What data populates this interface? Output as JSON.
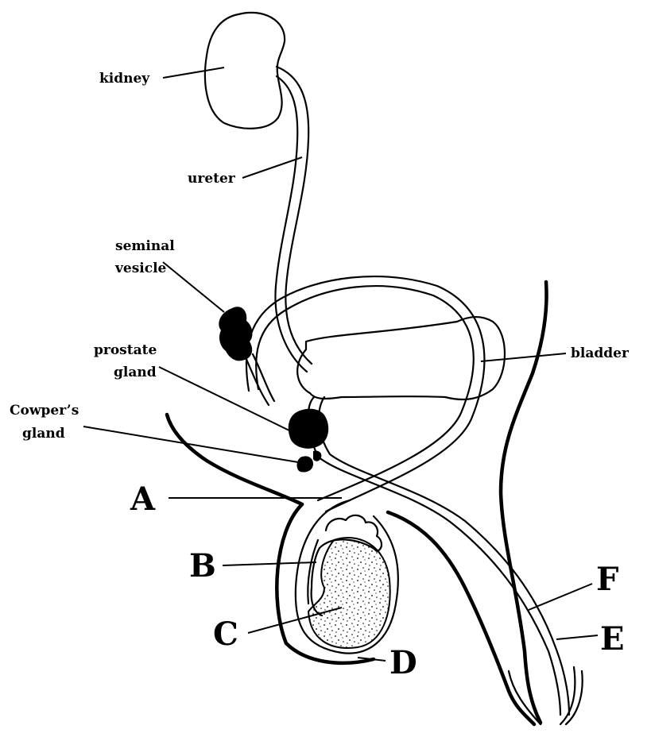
{
  "labels": {
    "kidney": "kidney",
    "ureter": "ureter",
    "seminal_vesicle_line1": "seminal",
    "seminal_vesicle_line2": "vesicle",
    "prostate_line1": "prostate",
    "prostate_line2": "gland",
    "cowper_line1": "Cowper’s",
    "cowper_line2": "gland",
    "bladder": "bladder",
    "A": "A",
    "B": "B",
    "C": "C",
    "D": "D",
    "E": "E",
    "F": "F"
  }
}
